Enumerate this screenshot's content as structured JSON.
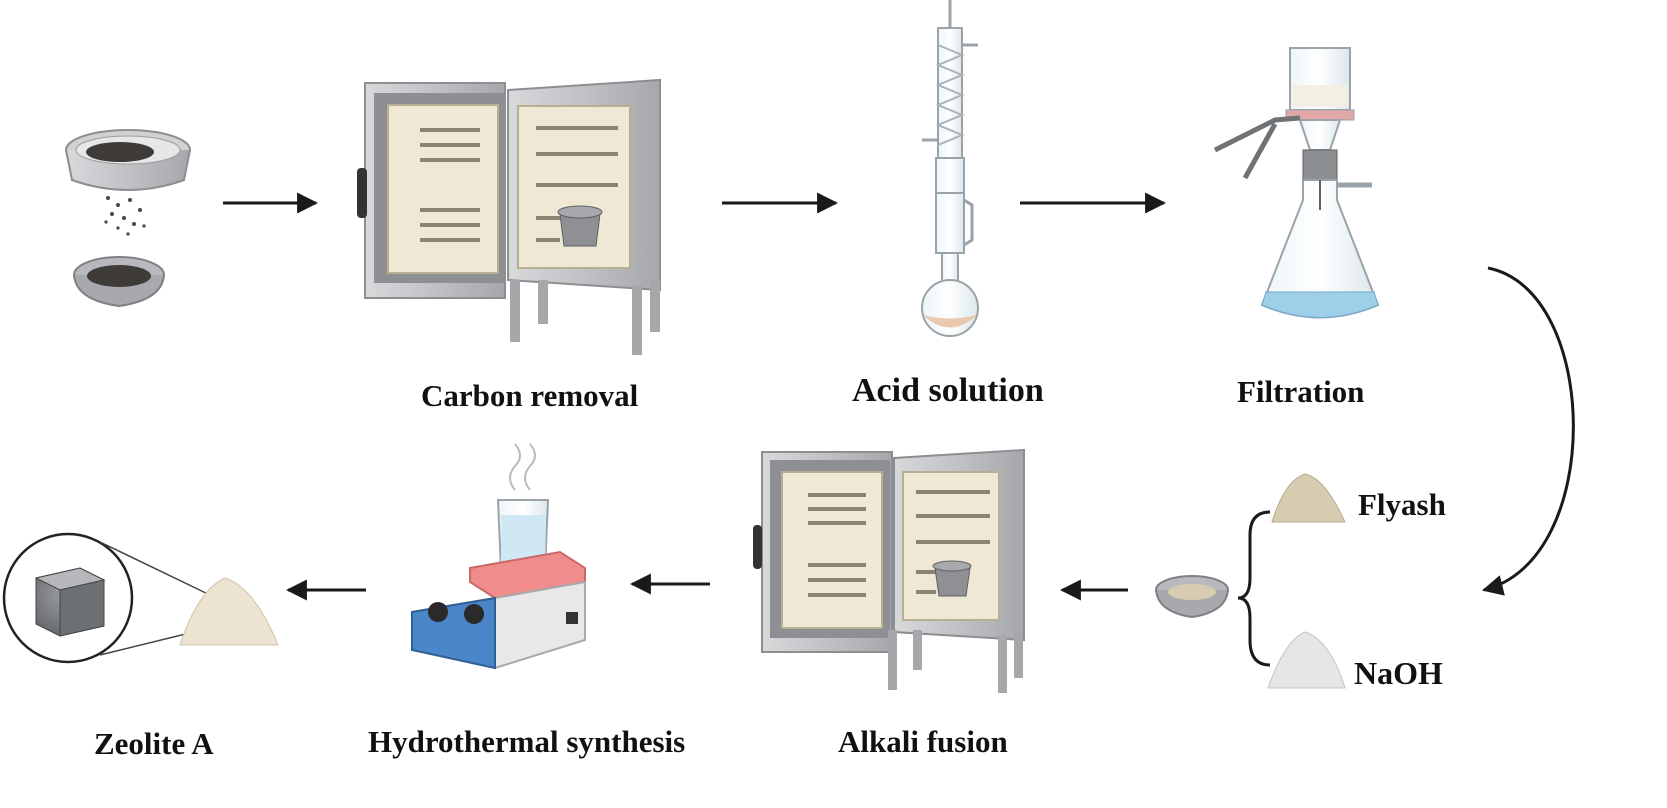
{
  "steps": {
    "carbon_removal": "Carbon removal",
    "acid_solution": "Acid solution",
    "filtration": "Filtration",
    "alkali_fusion": "Alkali fusion",
    "hydrothermal_synthesis": "Hydrothermal synthesis",
    "zeolite_a": "Zeolite A"
  },
  "reagents": {
    "flyash": "Flyash",
    "naoh": "NaOH"
  },
  "colors": {
    "arrow": "#1a1a1a",
    "furnace_body": "#c9cacc",
    "furnace_liner": "#efe8d4",
    "hotplate_top": "#f08c8c",
    "hotplate_panel": "#4a86c8",
    "filtrate": "#9fd0ea",
    "flyash_powder": "#d8ccb0",
    "naoh_powder": "#e6e6e6",
    "zeolite_powder": "#ece4d0"
  }
}
